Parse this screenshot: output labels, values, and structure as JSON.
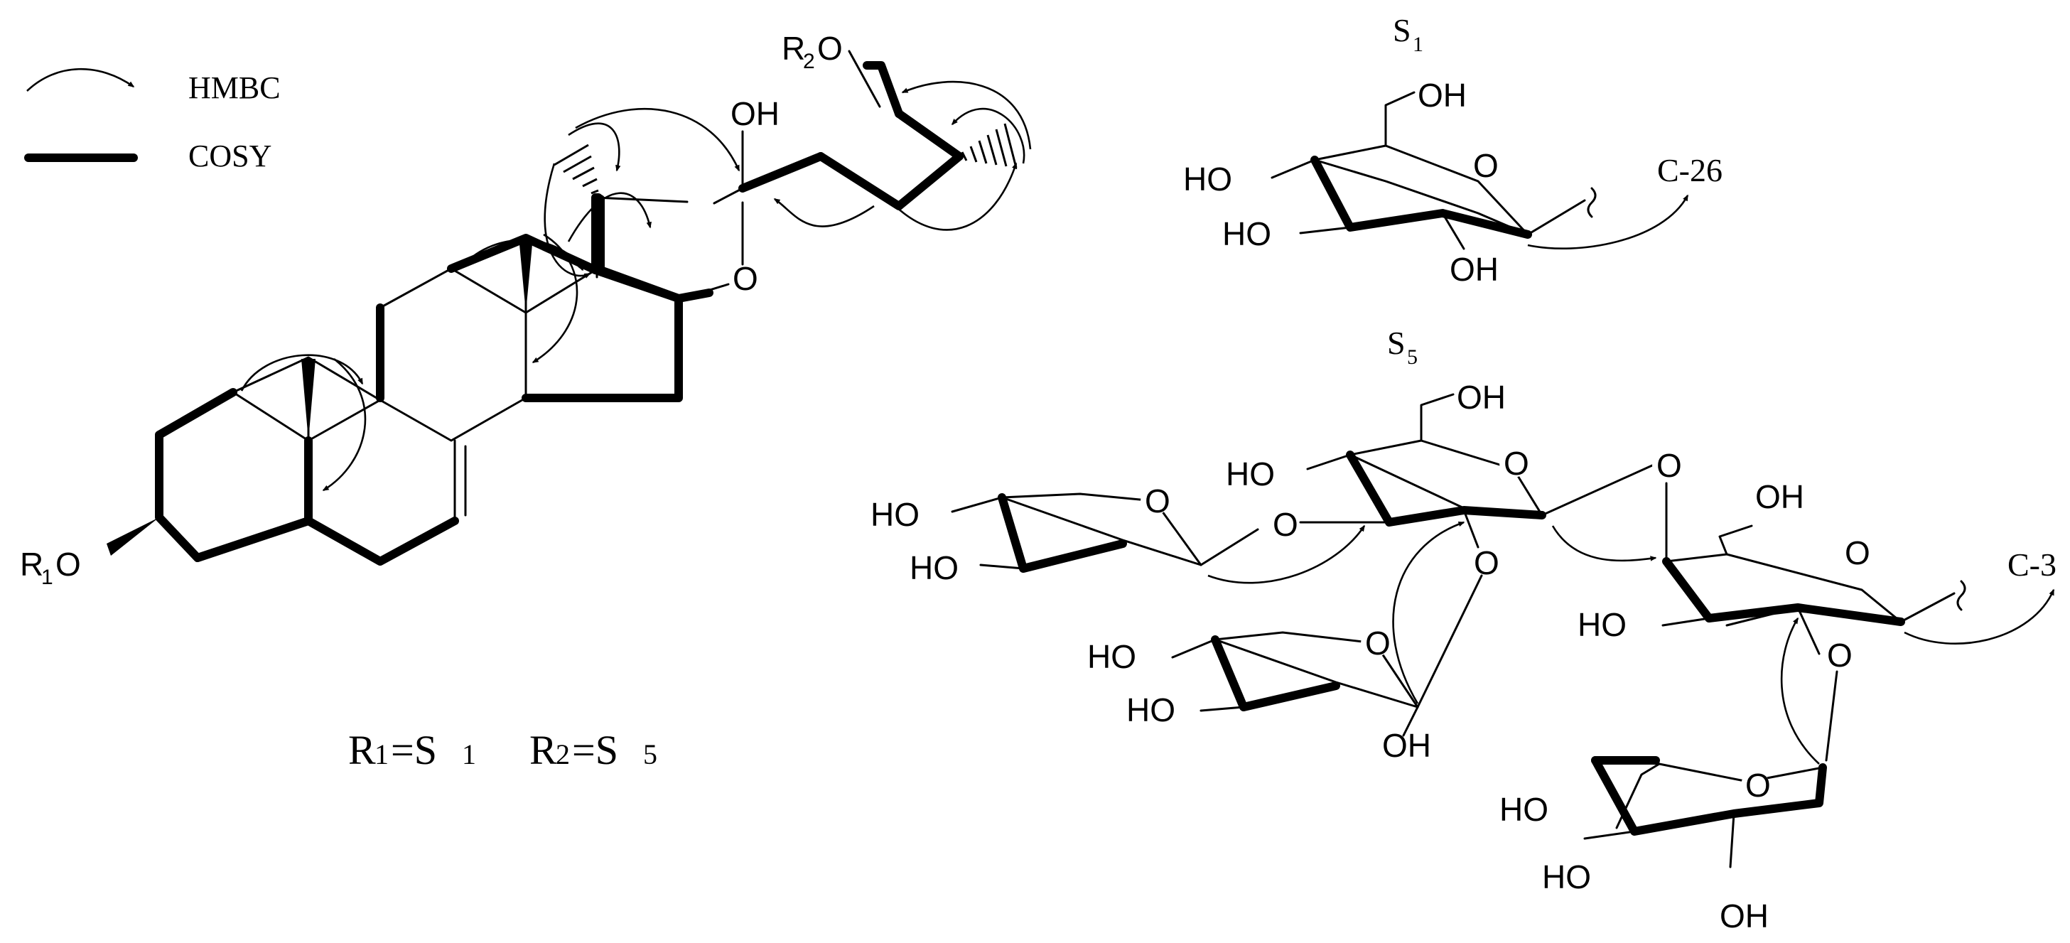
{
  "legend": {
    "hmbc_label": "HMBC",
    "cosy_label": "COSY"
  },
  "aglycone": {
    "r1_label": "R",
    "r1_sub": "1",
    "r1_o": "O",
    "r2_label": "R",
    "r2_sub": "2",
    "r2_o": "O",
    "oh_label": "OH",
    "ring_o_label": "O"
  },
  "assignment": {
    "r1": "R",
    "r1_sub": "1",
    "eq1": "=S",
    "s1_sub": "1",
    "r2": "R",
    "r2_sub": "2",
    "eq2": "=S",
    "s5_sub": "5"
  },
  "s1": {
    "title": "S",
    "title_sub": "1",
    "ring_o": "O",
    "oh_top": "OH",
    "ho_upper": "HO",
    "ho_lower": "HO",
    "oh_bottom": "OH",
    "link_target": "C-26"
  },
  "s5": {
    "title": "S",
    "title_sub": "5",
    "xyl1": {
      "o": "O",
      "ho1": "HO",
      "ho2": "HO"
    },
    "glc_upper": {
      "o": "O",
      "oh": "OH",
      "ho": "HO"
    },
    "glc_inner": {
      "o": "O",
      "glyc_o": "O"
    },
    "glc_link": {
      "o": "O",
      "glyc_o": "O"
    },
    "xyl2": {
      "o": "O",
      "ho1": "HO",
      "ho2": "HO",
      "oh": "OH"
    },
    "glc_main": {
      "o": "O",
      "oh": "OH",
      "ho": "HO",
      "rha_link_o": "O"
    },
    "rha": {
      "o": "O",
      "ho1": "HO",
      "ho2": "HO",
      "oh": "OH"
    },
    "link_target": "C-3"
  }
}
